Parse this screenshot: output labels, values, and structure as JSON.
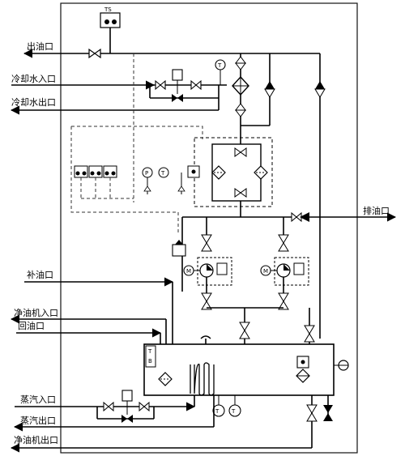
{
  "ports": {
    "oil_outlet": "出油口",
    "cooling_water_inlet": "冷却水入口",
    "cooling_water_outlet": "冷却水出口",
    "drain_outlet": "排油口",
    "makeup_oil_inlet": "补油口",
    "purifier_inlet": "净油机入口",
    "return_oil_inlet": "回油口",
    "steam_inlet": "蒸汽入口",
    "steam_outlet": "蒸汽出口",
    "purifier_outlet": "净油机出口"
  },
  "instrument_labels": {
    "temperature_switch": "TS",
    "terminal_box": "T\nB",
    "terminal_box_t": "T",
    "terminal_box_b": "B",
    "thermometer": "T",
    "pressure_gauge": "P",
    "motor": "M"
  }
}
